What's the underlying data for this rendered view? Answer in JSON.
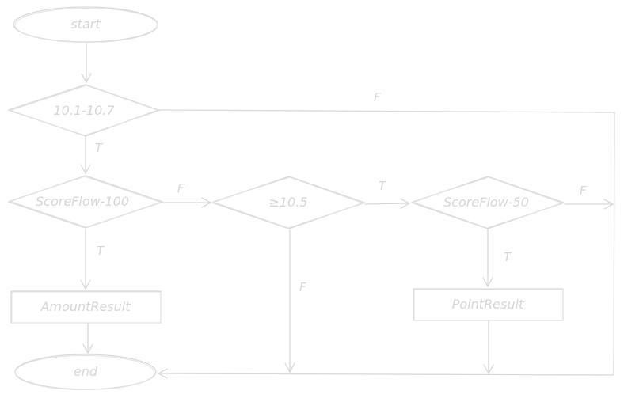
{
  "diagram": {
    "nodes": {
      "start": "start",
      "d1": "10.1-10.7",
      "d2": "ScoreFlow-100",
      "d3": "≥10.5",
      "d4": "ScoreFlow-50",
      "amount": "AmountResult",
      "point": "PointResult",
      "end": "end"
    },
    "edges": {
      "d1_false": "F",
      "d1_true": "T",
      "d2_false": "F",
      "d2_true": "T",
      "d3_true": "T",
      "d3_false": "F",
      "d4_false": "F",
      "d4_true": "T"
    }
  },
  "colors": {
    "stroke": "#d9d9d9",
    "text": "#d6d6d6",
    "background": "#ffffff"
  }
}
